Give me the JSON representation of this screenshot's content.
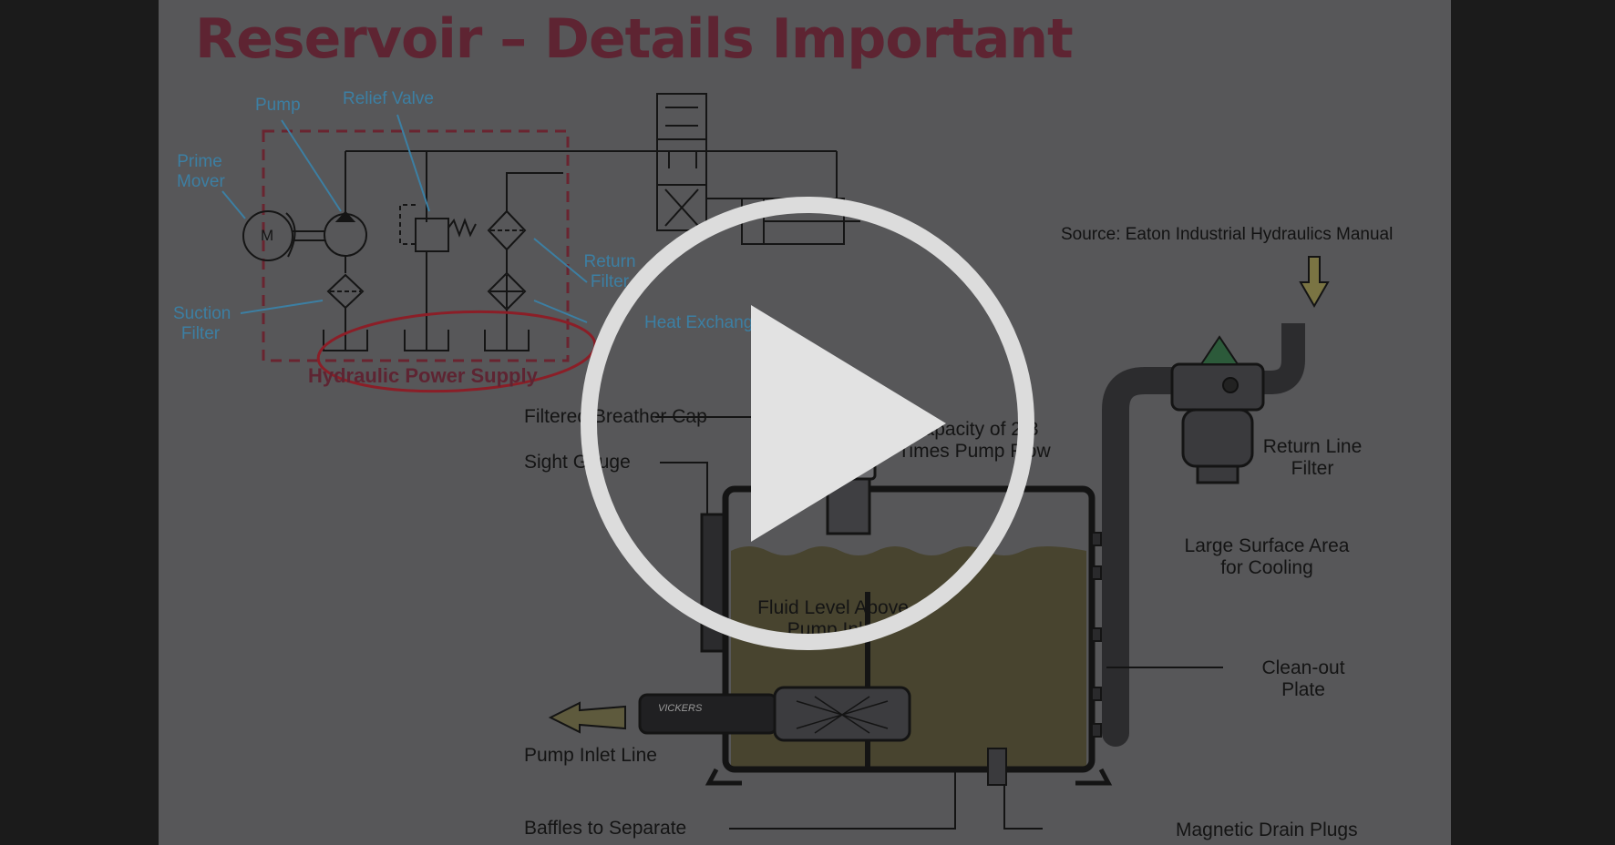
{
  "slide": {
    "title": "Reservoir – Details Important",
    "source": "Source: Eaton Industrial Hydraulics Manual",
    "circuit": {
      "pump": "Pump",
      "relief_valve": "Relief Valve",
      "prime_mover_1": "Prime",
      "prime_mover_2": "Mover",
      "motor_symbol": "M",
      "suction_filter_1": "Suction",
      "suction_filter_2": "Filter",
      "return_filter_1": "Return",
      "return_filter_2": "Filter",
      "heat_exchanger": "Heat Exchanger",
      "power_supply": "Hydraulic Power Supply"
    },
    "reservoir": {
      "breather_cap": "Filtered Breather Cap",
      "capacity_1": "Capacity of 2-3",
      "capacity_2": "Times Pump Flow",
      "sight_gauge": "Sight Gauge",
      "return_line_filter_1": "Return Line",
      "return_line_filter_2": "Filter",
      "surface_area_1": "Large Surface Area",
      "surface_area_2": "for Cooling",
      "fluid_level_1": "Fluid Level Above",
      "fluid_level_2": "Pump Inlet",
      "clean_out_1": "Clean-out",
      "clean_out_2": "Plate",
      "pump_inlet_line": "Pump Inlet Line",
      "strainer_brand": "VICKERS",
      "baffles": "Baffles to Separate",
      "drain_plugs": "Magnetic Drain Plugs"
    }
  },
  "player": {
    "play_button_icon": "play-icon"
  },
  "colors": {
    "background": "#1b1b1b",
    "slide": "#575759",
    "title": "#5e2432",
    "label_blue": "#3c7fa3",
    "fluid": "#48442f",
    "play_button": "#dcdcdc"
  }
}
